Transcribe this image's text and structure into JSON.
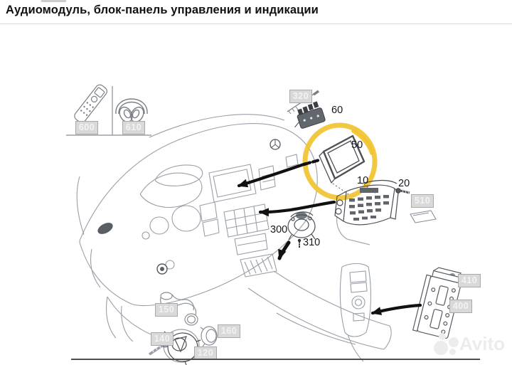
{
  "page": {
    "title": "Аудиомодуль, блок-панель управления и индикации"
  },
  "watermark": {
    "brand": "Avito"
  },
  "highlight": {
    "color": "#F2C331",
    "highlighted_part": "50"
  },
  "parts": {
    "boxed": [
      {
        "text": "600"
      },
      {
        "text": "610"
      },
      {
        "text": "320"
      },
      {
        "text": "510"
      },
      {
        "text": "410"
      },
      {
        "text": "400"
      },
      {
        "text": "150"
      },
      {
        "text": "140"
      },
      {
        "text": "160"
      },
      {
        "text": "120"
      }
    ],
    "plain": [
      {
        "text": "60"
      },
      {
        "text": "50"
      },
      {
        "text": "10"
      },
      {
        "text": "20"
      },
      {
        "text": "300"
      },
      {
        "text": "310"
      }
    ]
  }
}
